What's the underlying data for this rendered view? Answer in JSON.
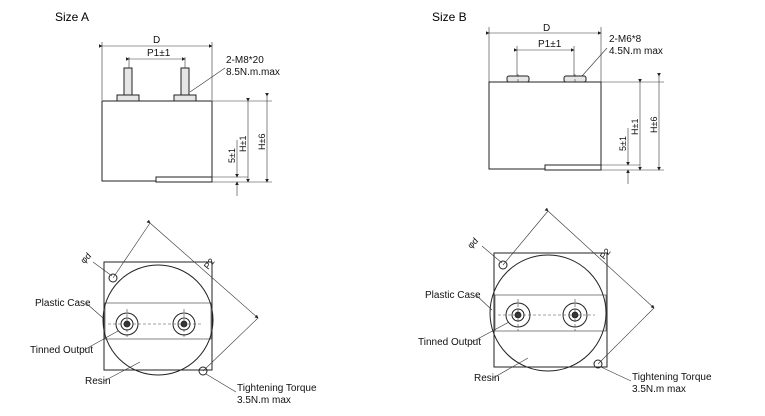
{
  "sizeA": {
    "title": "Size A",
    "dim_D": "D",
    "dim_P1": "P1±1",
    "screw": "2-M8*20",
    "torque": "8.5N.m.max",
    "dim_H1": "H±1",
    "dim_H2": "H±6",
    "dim_5": "5±1",
    "dim_d": "φd",
    "dim_P2": "P2",
    "label_case": "Plastic Case",
    "label_output": "Tinned Output",
    "label_resin": "Resin",
    "label_tightening": "Tightening Torque",
    "label_tightening_val": "3.5N.m max"
  },
  "sizeB": {
    "title": "Size B",
    "dim_D": "D",
    "dim_P1": "P1±1",
    "screw": "2-M6*8",
    "torque": "4.5N.m max",
    "dim_H1": "H±1",
    "dim_H2": "H±6",
    "dim_5": "5±1",
    "dim_d": "φd",
    "dim_P2": "P2",
    "label_case": "Plastic Case",
    "label_output": "Tinned Output",
    "label_resin": "Resin",
    "label_tightening": "Tightening Torque",
    "label_tightening_val": "3.5N.m max"
  }
}
